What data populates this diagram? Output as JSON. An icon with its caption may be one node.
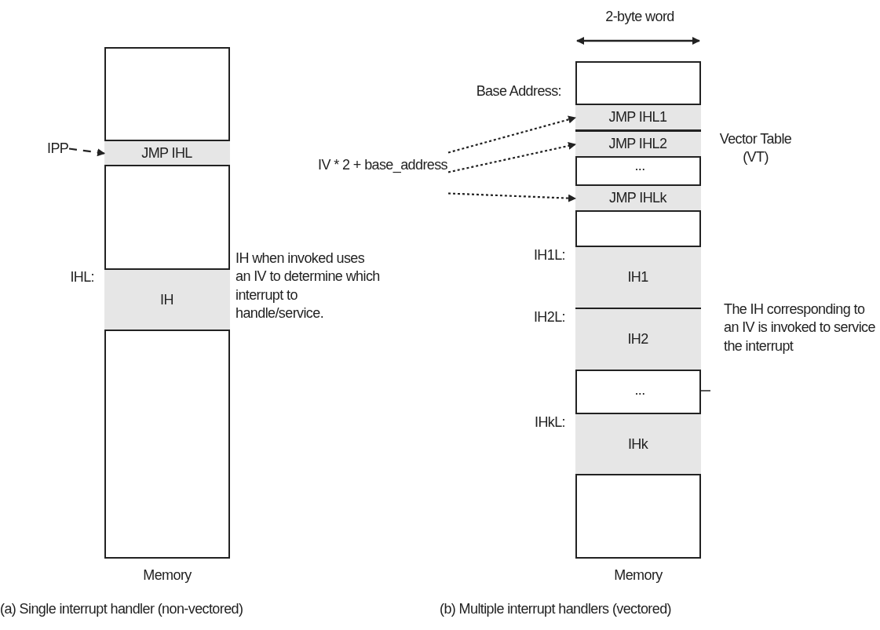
{
  "diagram": {
    "nodes": [
      {
        "text": [],
        "shape": "box",
        "beside": [
          "Memory"
        ]
      },
      {
        "text": [
          "JMP IHL"
        ],
        "in": 0
      },
      {
        "text": [
          "IH"
        ],
        "in": 0,
        "beside": [
          "IHL:"
        ]
      },
      {
        "text": [
          "IPP"
        ]
      },
      {
        "text": [],
        "shape": "box",
        "beside": [
          "Memory"
        ]
      },
      {
        "text": [
          "JMP IHL1"
        ],
        "in": 4,
        "beside": [
          "Base Address:"
        ]
      },
      {
        "text": [
          "JMP IHL2"
        ],
        "in": 4
      },
      {
        "text": [
          "JMP IHLk"
        ],
        "in": 4
      },
      {
        "text": [
          "IH1"
        ],
        "in": 4,
        "beside": [
          "IH1L:"
        ]
      },
      {
        "text": [
          "IH2"
        ],
        "in": 4,
        "beside": [
          "IH2L:"
        ]
      },
      {
        "text": [
          "IHk"
        ],
        "in": 4,
        "beside": [
          "IHkL:"
        ]
      },
      {
        "text": [
          "IV * 2 + base_address"
        ]
      }
    ],
    "edges": [
      {
        "from": 3,
        "to": 1,
        "arrow": "to",
        "style": "dashed"
      },
      {
        "from": 11,
        "to": 5,
        "arrow": "to",
        "style": "dashed"
      },
      {
        "from": 11,
        "to": 6,
        "arrow": "to",
        "style": "dashed"
      },
      {
        "from": 11,
        "to": 7,
        "arrow": "to",
        "style": "dashed"
      }
    ],
    "labels": [
      "2-byte word",
      "Vector Table (VT)",
      "...",
      "IH when invoked uses an IV  to determine which interrupt to handle/service.",
      "The IH corresponding to an IV is invoked to service the interrupt",
      "...",
      "(a) Single interrupt handler (non-vectored)",
      "(b) Multiple interrupt handlers (vectored)"
    ]
  }
}
